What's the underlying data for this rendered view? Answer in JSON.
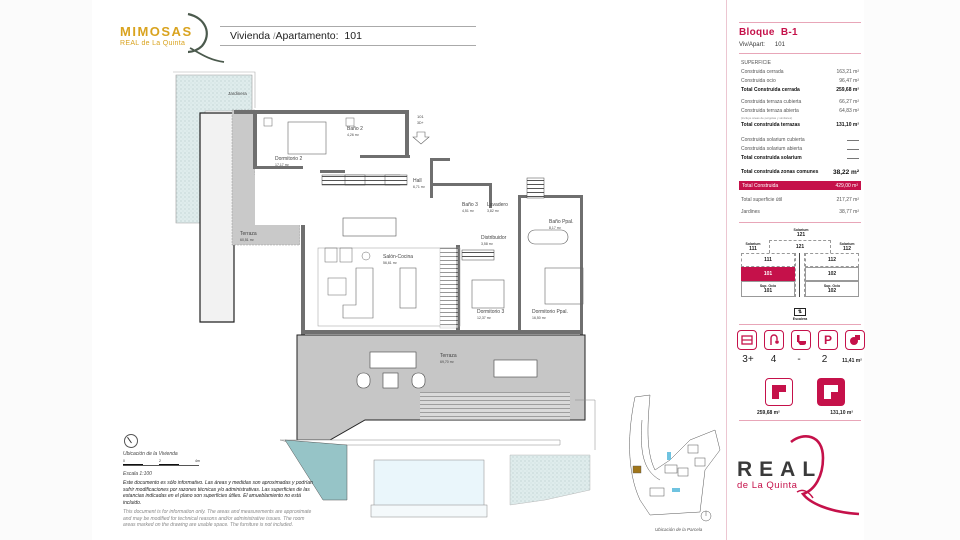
{
  "header": {
    "brand_name": "MIMOSAS",
    "brand_sub": "REAL de La Quinta",
    "title_prefix": "Vivienda",
    "title_slash": "/",
    "title_label": "Apartamento:",
    "apartment_number": "101"
  },
  "plan": {
    "entrance_label": "101",
    "entrance_floor": "3D+",
    "rooms": [
      {
        "name": "Jardinera",
        "area": ""
      },
      {
        "name": "Dormitorio 2",
        "area": "17,17 m²"
      },
      {
        "name": "Baño 2",
        "area": "4,26 m²"
      },
      {
        "name": "Hall",
        "area": "6,71 m²"
      },
      {
        "name": "Baño 3",
        "area": "4,51 m²"
      },
      {
        "name": "Lavadero",
        "area": "3,82 m²"
      },
      {
        "name": "Baño Ppal.",
        "area": "8,17 m²"
      },
      {
        "name": "Terraza",
        "area": "60,51 m²"
      },
      {
        "name": "Distribuidor",
        "area": "3,58 m²"
      },
      {
        "name": "Salón-Cocina",
        "area": "56,61 m²"
      },
      {
        "name": "Dormitorio 3",
        "area": "12,37 m²"
      },
      {
        "name": "Dormitorio Ppal.",
        "area": "16,50 m²"
      },
      {
        "name": "Terraza",
        "area": "69,70 m²"
      }
    ],
    "site_location_label": "Ubicación de la Parcela"
  },
  "notes": {
    "location_label": "Ubicación de la Vivienda",
    "scale_ticks": [
      "0",
      "2",
      "4m"
    ],
    "scale_label": "Escala 1:100",
    "disclaimer_es": "Este documento es sólo informativo. Las áreas y medidas son aproximadas y podrían sufrir modificaciones por razones técnicas y/o administrativas. Las superficies de las estancias indicadas en el plano son superficies útiles. El amueblamiento no está incluido.",
    "disclaimer_en": "This document is for information only. The areas and measurements are approximate and may be modified for technical reasons and/or administrative issues. The room areas marked on the drawing are usable space. The furniture is not included."
  },
  "panel": {
    "bloque_label": "Bloque",
    "bloque_value": "B-1",
    "viv_label": "Viv/Apart:",
    "viv_value": "101",
    "superficie_title": "SUPERFICIE",
    "rows": [
      {
        "label": "Construida cerrada",
        "value": "163,21 m²"
      },
      {
        "label": "Construida ocio",
        "value": "96,47 m²"
      },
      {
        "label": "Total Construida cerrada",
        "value": "259,68 m²"
      },
      {
        "label": "Construida terraza cubierta",
        "value": "66,27 m²"
      },
      {
        "label": "Construida terraza abierta",
        "value": "64,83 m²"
      },
      {
        "label": "(incluye áreas de pérgolas y similares)",
        "value": ""
      },
      {
        "label": "Total construida terrazas",
        "value": "131,10 m²"
      },
      {
        "label": "Construida solarium cubierta",
        "value": "—"
      },
      {
        "label": "Construida solarium abierta",
        "value": "—"
      },
      {
        "label": "Total construida solarium",
        "value": "—"
      },
      {
        "label": "Total construida zonas comunes",
        "value": "38,22 m²"
      }
    ],
    "total_label": "Total Construida",
    "total_value": "429,00 m²",
    "util_label": "Total superficie útil",
    "util_value": "217,27 m²",
    "jardines_label": "Jardines",
    "jardines_value": "38,77 m²",
    "block_diagram": {
      "solarium_top_label": "Solarium",
      "solarium_top_value": "121",
      "solarium_left_label": "Solarium",
      "solarium_left_value": "111",
      "mid_top": "121",
      "solarium_right_label": "Solarium",
      "solarium_right_value": "112",
      "u111": "111",
      "u112": "112",
      "u101": "101",
      "u102": "102",
      "sup_ocio_label": "Sup. Ocio",
      "sup_ocio_101": "101",
      "sup_ocio_102": "102",
      "escalera_label": "Escalera"
    },
    "features": [
      {
        "icon": "bed-icon",
        "value": "3+"
      },
      {
        "icon": "shower-icon",
        "value": "4"
      },
      {
        "icon": "toilet-icon",
        "value": "-"
      },
      {
        "icon": "parking-icon",
        "value": "2"
      },
      {
        "icon": "storage-icon",
        "value": "11,41 m²"
      }
    ],
    "interior_area": "259,68 m²",
    "terrace_area": "131,10 m²",
    "brand_main": "REAL",
    "brand_sub": "de La Quinta",
    "accent_color": "#c5114a"
  }
}
